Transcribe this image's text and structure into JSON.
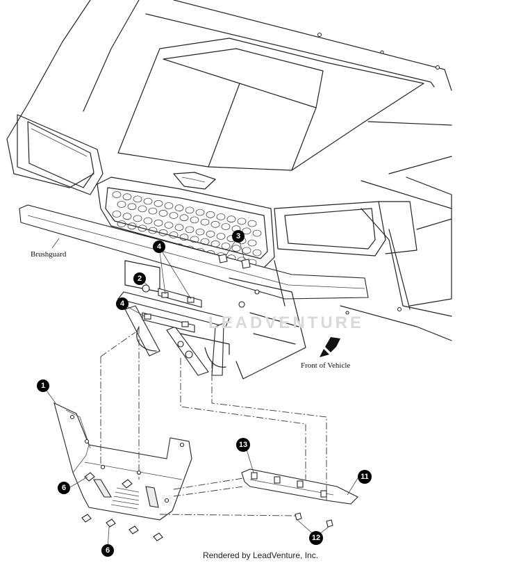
{
  "diagram": {
    "callouts": [
      {
        "id": "callout-1",
        "label": "1"
      },
      {
        "id": "callout-2",
        "label": "2"
      },
      {
        "id": "callout-3",
        "label": "3"
      },
      {
        "id": "callout-4a",
        "label": "4"
      },
      {
        "id": "callout-4b",
        "label": "4"
      },
      {
        "id": "callout-6a",
        "label": "6"
      },
      {
        "id": "callout-6b",
        "label": "6"
      },
      {
        "id": "callout-11",
        "label": "11"
      },
      {
        "id": "callout-12",
        "label": "12"
      },
      {
        "id": "callout-13",
        "label": "13"
      }
    ],
    "labels": {
      "brushguard": "Brushguard",
      "front_of_vehicle": "Front of Vehicle"
    },
    "watermark": "LEADVENTURE"
  },
  "footer": {
    "text": "Rendered by LeadVenture, Inc."
  }
}
